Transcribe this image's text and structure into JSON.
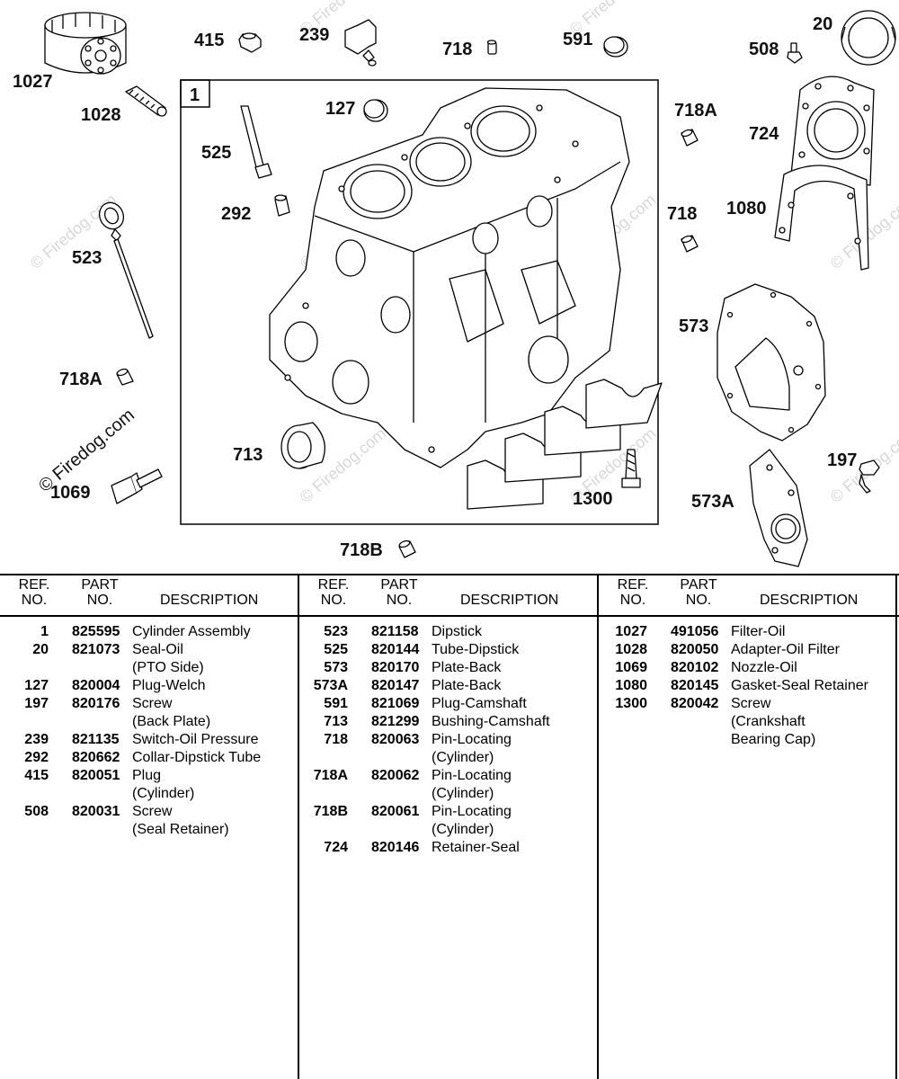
{
  "diagram": {
    "callouts": {
      "c1027": "1027",
      "c1028": "1028",
      "c415": "415",
      "c239": "239",
      "c718_top": "718",
      "c591": "591",
      "c508": "508",
      "c20": "20",
      "c1": "1",
      "c127": "127",
      "c525": "525",
      "c292": "292",
      "c718A_r": "718A",
      "c724": "724",
      "c718_r": "718",
      "c1080": "1080",
      "c523": "523",
      "c573": "573",
      "c718A_l": "718A",
      "c713": "713",
      "c197": "197",
      "c1069": "1069",
      "c1300": "1300",
      "c573A": "573A",
      "c718B": "718B"
    },
    "watermark": "© Firedog.com"
  },
  "table": {
    "headers": {
      "ref": [
        "REF.",
        "NO."
      ],
      "part": [
        "PART",
        "NO."
      ],
      "description": "DESCRIPTION"
    },
    "columns": [
      [
        {
          "ref": "1",
          "part": "825595",
          "desc": "Cylinder Assembly"
        },
        {
          "ref": "20",
          "part": "821073",
          "desc": "Seal-Oil"
        },
        {
          "ref": "",
          "part": "",
          "desc": "(PTO Side)"
        },
        {
          "ref": "127",
          "part": "820004",
          "desc": "Plug-Welch"
        },
        {
          "ref": "197",
          "part": "820176",
          "desc": "Screw"
        },
        {
          "ref": "",
          "part": "",
          "desc": "(Back Plate)"
        },
        {
          "ref": "239",
          "part": "821135",
          "desc": "Switch-Oil Pressure"
        },
        {
          "ref": "292",
          "part": "820662",
          "desc": "Collar-Dipstick Tube"
        },
        {
          "ref": "415",
          "part": "820051",
          "desc": "Plug"
        },
        {
          "ref": "",
          "part": "",
          "desc": "(Cylinder)"
        },
        {
          "ref": "508",
          "part": "820031",
          "desc": "Screw"
        },
        {
          "ref": "",
          "part": "",
          "desc": "(Seal Retainer)"
        }
      ],
      [
        {
          "ref": "523",
          "part": "821158",
          "desc": "Dipstick"
        },
        {
          "ref": "525",
          "part": "820144",
          "desc": "Tube-Dipstick"
        },
        {
          "ref": "573",
          "part": "820170",
          "desc": "Plate-Back"
        },
        {
          "ref": "573A",
          "part": "820147",
          "desc": "Plate-Back"
        },
        {
          "ref": "591",
          "part": "821069",
          "desc": "Plug-Camshaft"
        },
        {
          "ref": "713",
          "part": "821299",
          "desc": "Bushing-Camshaft"
        },
        {
          "ref": "718",
          "part": "820063",
          "desc": "Pin-Locating"
        },
        {
          "ref": "",
          "part": "",
          "desc": "(Cylinder)"
        },
        {
          "ref": "718A",
          "part": "820062",
          "desc": "Pin-Locating"
        },
        {
          "ref": "",
          "part": "",
          "desc": "(Cylinder)"
        },
        {
          "ref": "718B",
          "part": "820061",
          "desc": "Pin-Locating"
        },
        {
          "ref": "",
          "part": "",
          "desc": "(Cylinder)"
        },
        {
          "ref": "724",
          "part": "820146",
          "desc": "Retainer-Seal"
        }
      ],
      [
        {
          "ref": "1027",
          "part": "491056",
          "desc": "Filter-Oil"
        },
        {
          "ref": "1028",
          "part": "820050",
          "desc": "Adapter-Oil Filter"
        },
        {
          "ref": "1069",
          "part": "820102",
          "desc": "Nozzle-Oil"
        },
        {
          "ref": "1080",
          "part": "820145",
          "desc": "Gasket-Seal Retainer"
        },
        {
          "ref": "1300",
          "part": "820042",
          "desc": "Screw"
        },
        {
          "ref": "",
          "part": "",
          "desc": "(Crankshaft"
        },
        {
          "ref": "",
          "part": "",
          "desc": "Bearing Cap)"
        }
      ]
    ]
  }
}
